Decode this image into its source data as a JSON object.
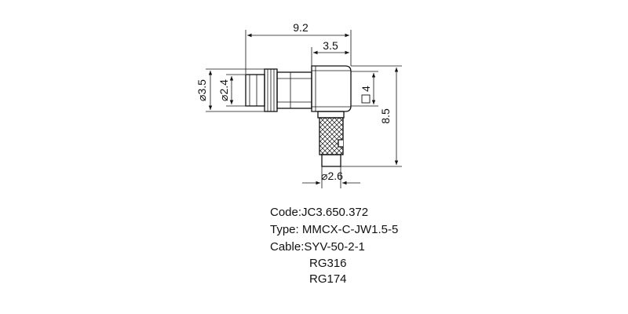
{
  "dimensions": {
    "overall_width": "9.2",
    "body_width": "3.5",
    "height": "8.5",
    "outer_diameter": "3.5",
    "inner_diameter": "2.4",
    "square": "4",
    "cable_diameter": "2.6",
    "diameter_symbol": "⌀"
  },
  "specs": {
    "code": "Code:JC3.650.372",
    "type": "Type: MMCX-C-JW1.5-5",
    "cable": "Cable:SYV-50-2-1",
    "cable_alt1": "RG316",
    "cable_alt2": "RG174"
  },
  "colors": {
    "line": "#111111",
    "background": "#ffffff"
  }
}
